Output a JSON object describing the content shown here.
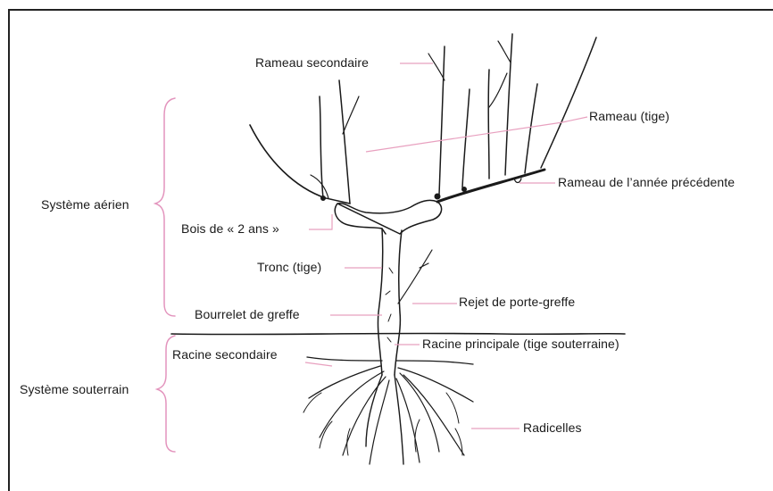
{
  "labels": {
    "rameau_secondaire": "Rameau secondaire",
    "rameau_tige": "Rameau (tige)",
    "rameau_annee_precedente": "Rameau de l’année précédente",
    "systeme_aerien": "Système aérien",
    "bois_2_ans": "Bois de « 2 ans »",
    "tronc": "Tronc (tige)",
    "rejet": "Rejet de porte-greffe",
    "bourrelet": "Bourrelet de greffe",
    "racine_secondaire": "Racine secondaire",
    "racine_principale": "Racine principale (tige souterraine)",
    "systeme_souterrain": "Système souterrain",
    "radicelles": "Radicelles"
  },
  "colors": {
    "leader_line": "#e8a0bf",
    "brace": "#e394bd",
    "drawing": "#1a1a1a"
  }
}
